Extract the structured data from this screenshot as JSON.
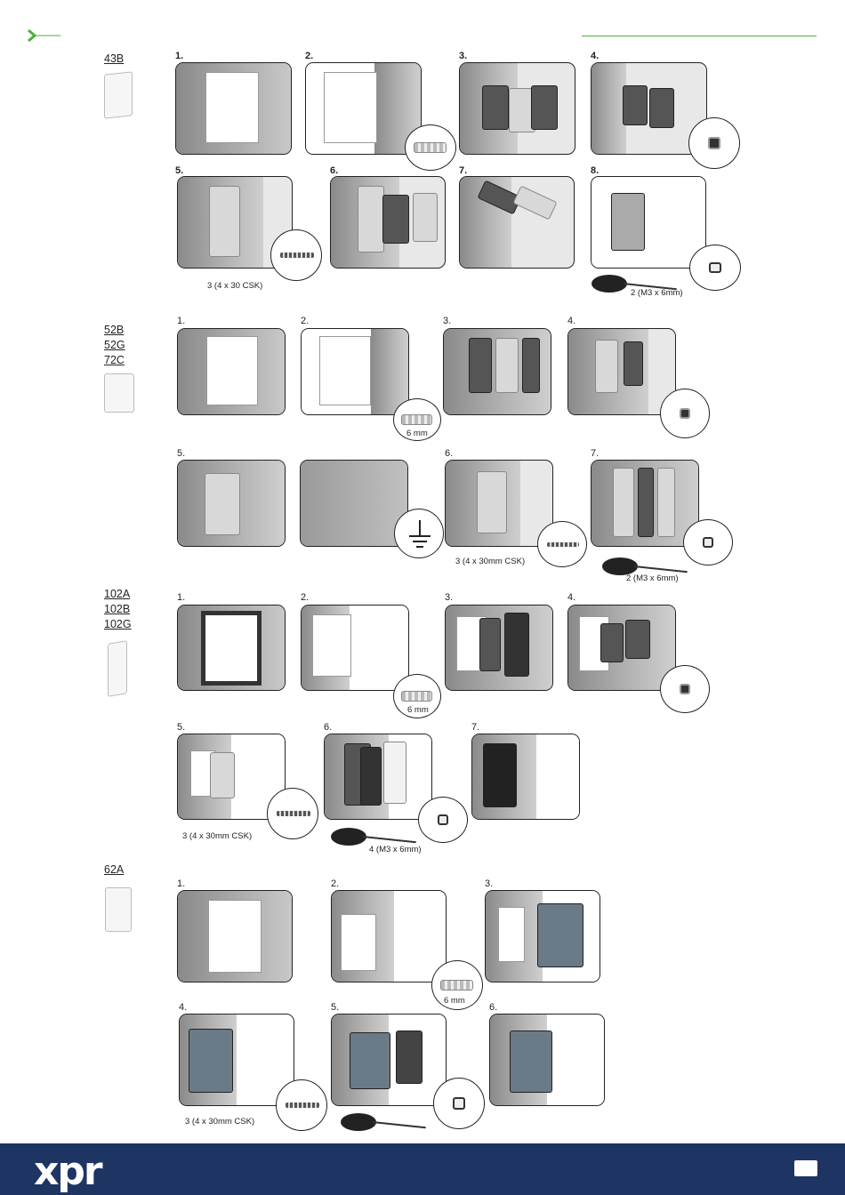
{
  "colors": {
    "accent_green": "#4caf3c",
    "footer_navy": "#1e3463",
    "frame": "#222222"
  },
  "header": {
    "arrow_icon": "chevron-right-icon"
  },
  "sections": [
    {
      "models": [
        "43B"
      ],
      "steps": [
        "1.",
        "2.",
        "3.",
        "4.",
        "5.",
        "6.",
        "7.",
        "8."
      ],
      "captions": {
        "screws": "3 (4 x 30 CSK)",
        "small_screws": "2 (M3 x 6mm)"
      }
    },
    {
      "models": [
        "52B",
        "52G",
        "72C"
      ],
      "steps": [
        "1.",
        "2.",
        "3.",
        "4.",
        "5.",
        "6.",
        "7."
      ],
      "captions": {
        "drill": "6 mm",
        "screws": "3 (4 x 30mm CSK)",
        "small_screws": "2 (M3 x 6mm)"
      }
    },
    {
      "models": [
        "102A",
        "102B",
        "102G"
      ],
      "steps": [
        "1.",
        "2.",
        "3.",
        "4.",
        "5.",
        "6.",
        "7."
      ],
      "captions": {
        "drill": "6 mm",
        "screws": "3 (4 x 30mm CSK)",
        "small_screws": "4 (M3 x 6mm)"
      }
    },
    {
      "models": [
        "62A"
      ],
      "steps": [
        "1.",
        "2.",
        "3.",
        "4.",
        "5.",
        "6."
      ],
      "captions": {
        "drill": "6 mm",
        "screws": "3 (4 x 30mm CSK)"
      }
    }
  ],
  "footer": {
    "logo": "xpr"
  }
}
